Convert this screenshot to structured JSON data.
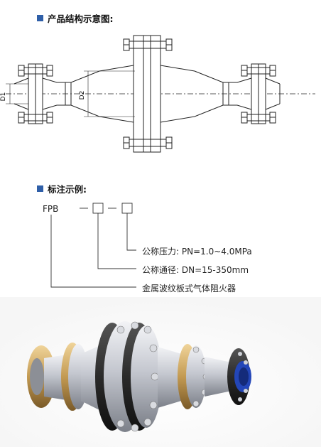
{
  "sections": {
    "structure_title": "产品结构示意图:",
    "marking_title": "标注示例:"
  },
  "drawing": {
    "dim_d1": "D1",
    "dim_d2": "D2"
  },
  "marking": {
    "code_prefix": "FPB",
    "separator": "—",
    "line_pressure": "公称压力: PN=1.0~4.0MPa",
    "line_diameter": "公称通径: DN=15-350mm",
    "line_name": "金属波纹板式气体阻火器"
  },
  "colors": {
    "section_square": "#2f5fa8",
    "steel": "#b9bcc4",
    "brass": "#c9a25a",
    "flange_dark": "#2b2b2b",
    "blue_ring": "#2346b8"
  }
}
